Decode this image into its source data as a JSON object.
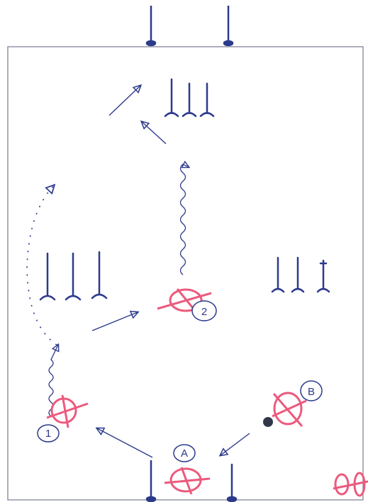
{
  "labels": {
    "player_1": "1",
    "player_2": "2",
    "player_a": "A",
    "player_b": "B"
  },
  "colors": {
    "ink": "#2c3a8c",
    "pink": "#ec5a7d",
    "paper": "#ffffff",
    "frame": "#8a8fa0"
  }
}
